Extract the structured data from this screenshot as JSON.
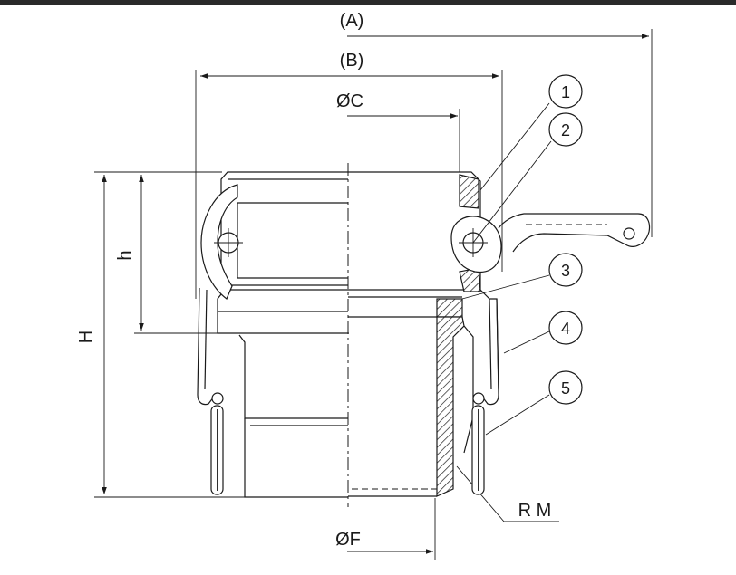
{
  "dimensions": {
    "A": "(A)",
    "B": "(B)",
    "C": "ØC",
    "h": "h",
    "H": "H",
    "F": "ØF",
    "RM": "R M"
  },
  "balloons": [
    "1",
    "2",
    "3",
    "4",
    "5"
  ],
  "colors": {
    "line": "#1a1a1a",
    "background": "#ffffff",
    "hatch": "#1a1a1a"
  }
}
